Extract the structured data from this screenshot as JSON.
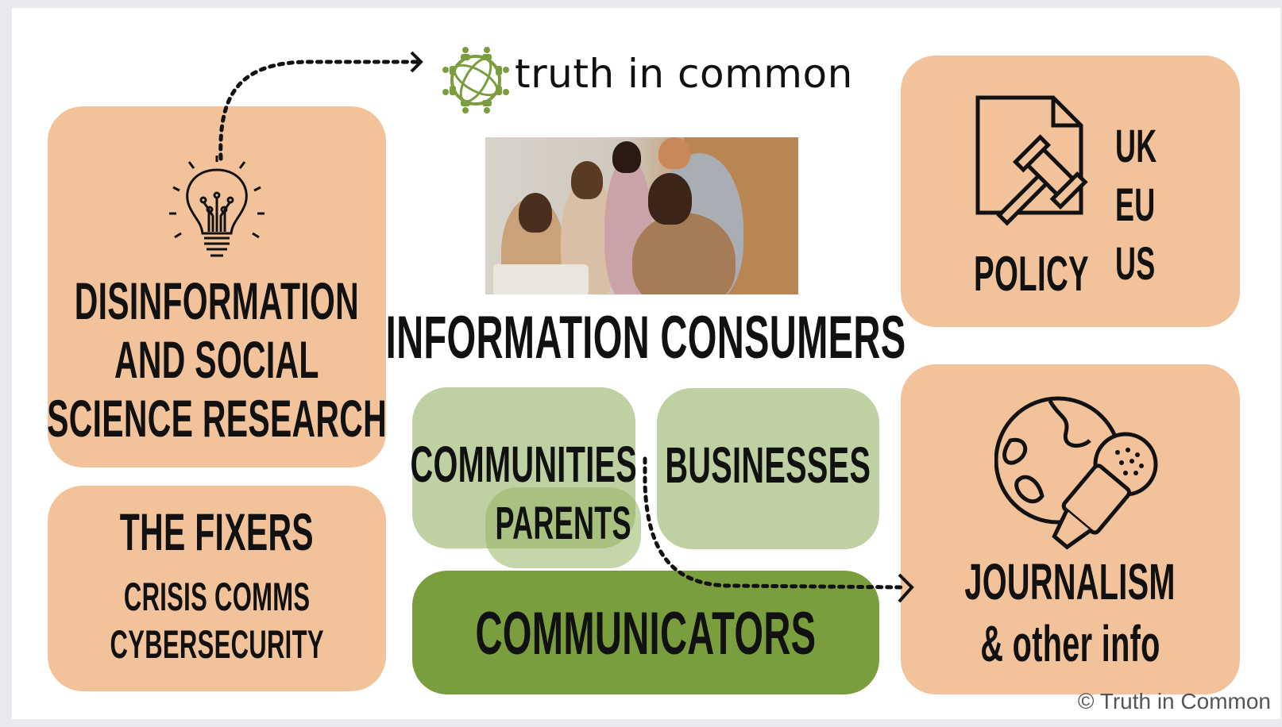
{
  "logo": {
    "text": "truth in common",
    "color": "#7a9e3e"
  },
  "research": {
    "lines": [
      "DISINFORMATION",
      "AND SOCIAL",
      "SCIENCE RESEARCH"
    ],
    "icon": "lightbulb-circuit-icon"
  },
  "fixers": {
    "title": "THE FIXERS",
    "lines": [
      "CRISIS COMMS",
      "CYBERSECURITY"
    ]
  },
  "center": {
    "title": "INFORMATION CONSUMERS",
    "photo": "group-photo"
  },
  "communities": "COMMUNITIES",
  "parents": "PARENTS",
  "businesses": "BUSINESSES",
  "communicators": "COMMUNICATORS",
  "policy": {
    "label": "POLICY",
    "regions": [
      "UK",
      "EU",
      "US"
    ],
    "icon": "document-gavel-icon"
  },
  "journalism": {
    "lines": [
      "JOURNALISM",
      "& other info"
    ],
    "icon": "globe-microphone-icon"
  },
  "copyright": "© Truth in Common",
  "colors": {
    "peach": "#f2c29b",
    "light_green": "#bfd0a2",
    "dark_green": "#7a9e3e"
  }
}
